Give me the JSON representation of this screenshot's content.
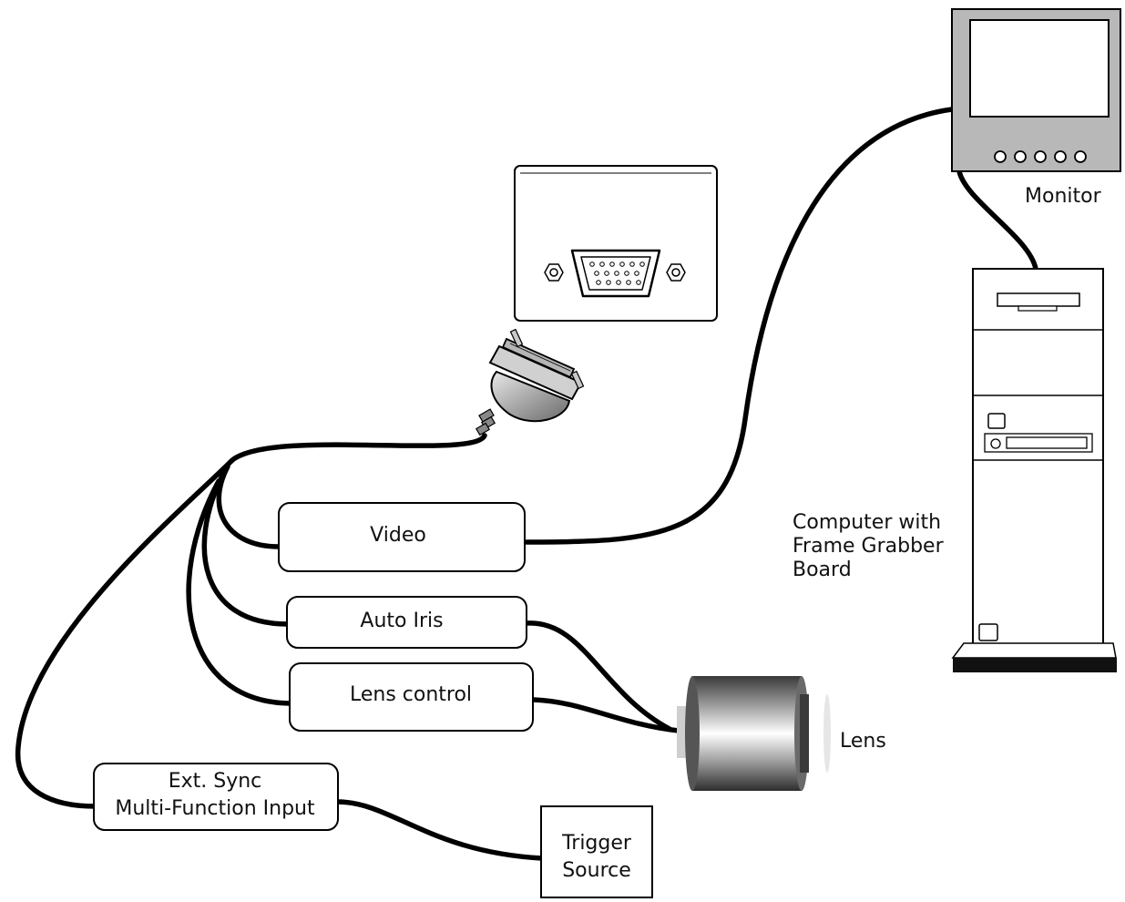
{
  "labels": {
    "monitor": "Monitor",
    "computer_line1": "Computer with",
    "computer_line2": "Frame Grabber",
    "computer_line3": "Board",
    "video": "Video",
    "auto_iris": "Auto Iris",
    "lens_control": "Lens control",
    "lens": "Lens",
    "ext_sync_line1": "Ext. Sync",
    "ext_sync_line2": "Multi-Function Input",
    "trigger_line1": "Trigger",
    "trigger_line2": "Source"
  }
}
